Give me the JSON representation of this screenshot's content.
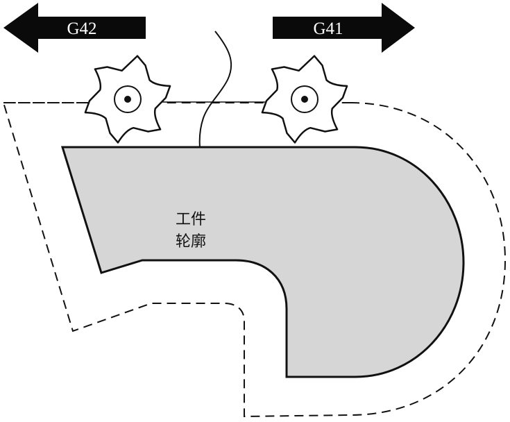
{
  "arrows": {
    "left": {
      "label": "G42"
    },
    "right": {
      "label": "G41"
    }
  },
  "workpiece": {
    "label_line1": "工件",
    "label_line2": "轮廓"
  },
  "colors": {
    "stroke": "#111111",
    "workpiece_fill": "#d6d6d6",
    "arrow_fill": "#0a0a0a",
    "background": "#ffffff"
  }
}
